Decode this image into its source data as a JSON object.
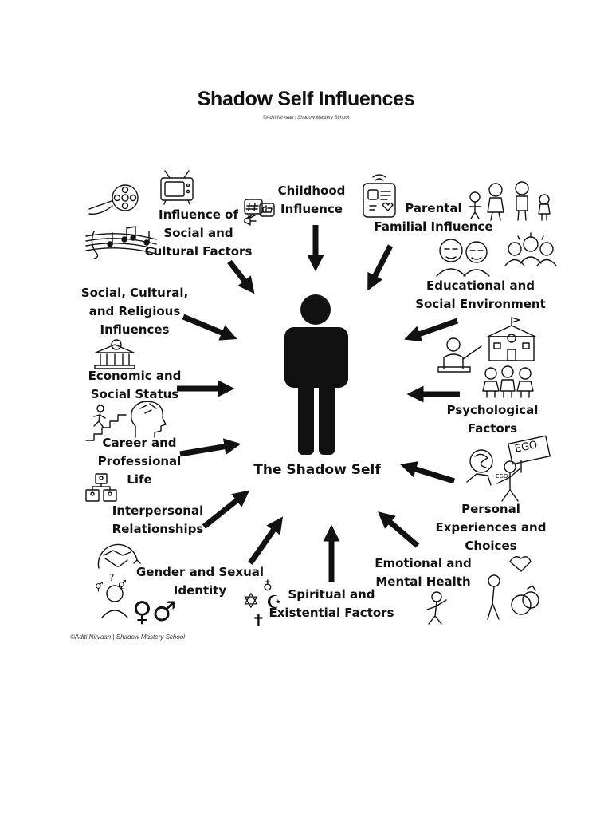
{
  "title": "Shadow Self Influences",
  "subtitle": "©Aditi Nirvaan | Shadow Mastery School",
  "footer": "©Aditi Nirvaan | Shadow Mastery School",
  "center": "The Shadow Self",
  "influences": [
    {
      "lines": [
        "Childhood",
        "Influence"
      ]
    },
    {
      "lines": [
        "Parental",
        "Familial Influence"
      ]
    },
    {
      "lines": [
        "Influence of",
        "Social and",
        "Cultural Factors"
      ]
    },
    {
      "lines": [
        "Social, Cultural,",
        "and Religious",
        "Influences"
      ]
    },
    {
      "lines": [
        "Educational and",
        "Social Environment"
      ]
    },
    {
      "lines": [
        "Economic and",
        "Social Status"
      ]
    },
    {
      "lines": [
        "Psychological",
        "Factors"
      ]
    },
    {
      "lines": [
        "Career and",
        "Professional",
        "Life"
      ]
    },
    {
      "lines": [
        "Interpersonal",
        "Relationships"
      ]
    },
    {
      "lines": [
        "Personal",
        "Experiences and",
        "Choices"
      ]
    },
    {
      "lines": [
        "Gender and Sexual",
        "Identity"
      ]
    },
    {
      "lines": [
        "Spiritual and",
        "Existential Factors"
      ]
    },
    {
      "lines": [
        "Emotional and",
        "Mental Health"
      ]
    }
  ],
  "ego_sign": "EGO",
  "ego_shirt": "EGO",
  "icons": [
    "film-reel-icon",
    "tv-icon",
    "hashtag-chat-icon",
    "smartphone-icon",
    "family-icon",
    "music-notes-icon",
    "grandparents-icon",
    "group-icon",
    "teacher-icon",
    "school-icon",
    "children-icon",
    "bank-icon",
    "stairs-icon",
    "head-thought-icon",
    "ego-person-icon",
    "org-chart-icon",
    "handshake-icon",
    "gender-symbols-icon",
    "religious-symbols-icon",
    "stick-figure-icon",
    "heart-rings-icon"
  ]
}
